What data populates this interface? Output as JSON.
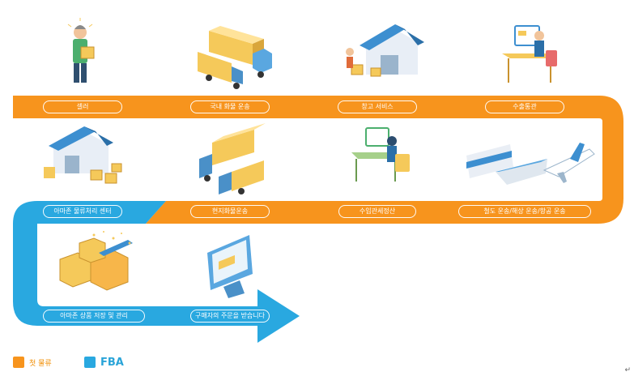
{
  "colors": {
    "first_mile": "#f7941d",
    "fba": "#29a8e0",
    "illustration_yellow": "#f5c95a",
    "illustration_blue": "#4a90c8"
  },
  "steps": [
    {
      "label": "셀러",
      "icon": "seller-icon",
      "phase": "first_mile"
    },
    {
      "label": "국내 화물 운송",
      "icon": "freight-truck-icon",
      "phase": "first_mile"
    },
    {
      "label": "창고 서비스",
      "icon": "warehouse-icon",
      "phase": "first_mile"
    },
    {
      "label": "수출통관",
      "icon": "export-clearance-icon",
      "phase": "first_mile"
    },
    {
      "label": "철도 운송/해상 운송/항공 운송",
      "icon": "rail-sea-air-icon",
      "phase": "first_mile"
    },
    {
      "label": "수입관세정산",
      "icon": "import-customs-icon",
      "phase": "first_mile"
    },
    {
      "label": "현지화물운송",
      "icon": "local-truck-icon",
      "phase": "first_mile"
    },
    {
      "label": "아마존 물류처리 센터",
      "icon": "fulfillment-center-icon",
      "phase": "fba"
    },
    {
      "label": "아마존 상품 저장 및 관리",
      "icon": "storage-boxes-icon",
      "phase": "fba"
    },
    {
      "label": "구매자의 주문을 받습니다",
      "icon": "monitor-order-icon",
      "phase": "fba"
    }
  ],
  "legend": {
    "first_mile": "첫 물류",
    "fba": "FBA"
  },
  "corner_mark": "↵"
}
